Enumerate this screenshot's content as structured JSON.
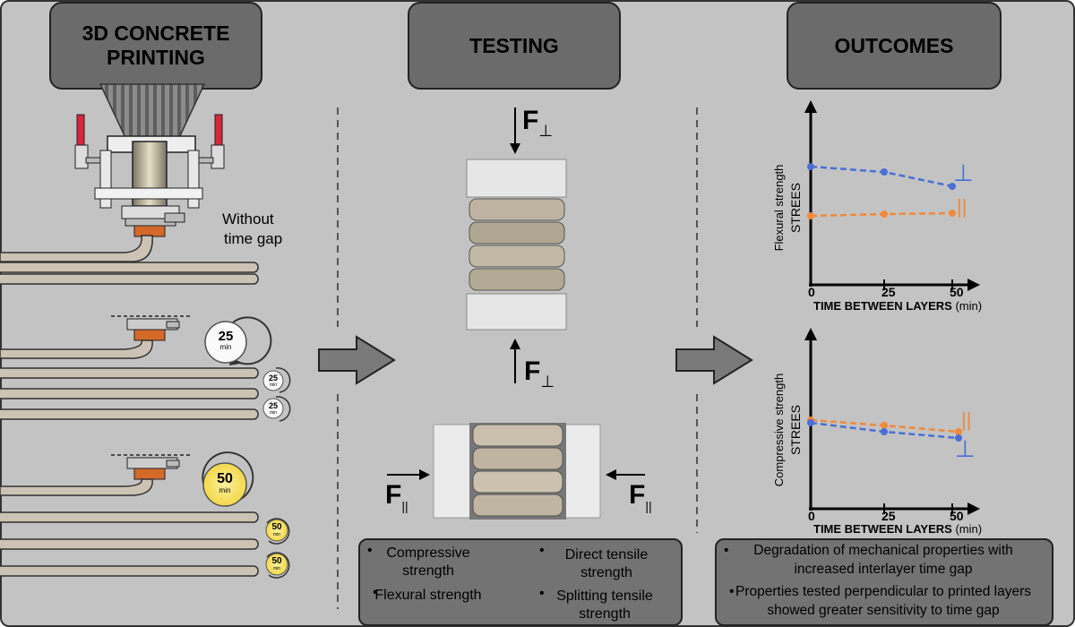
{
  "headers": {
    "printing_line1": "3D CONCRETE",
    "printing_line2": "PRINTING",
    "testing": "TESTING",
    "outcomes": "OUTCOMES"
  },
  "printing": {
    "no_gap_line1": "Without",
    "no_gap_line2": "time gap",
    "timer_value_25": "25",
    "timer_value_50": "50",
    "timer_unit": "min"
  },
  "testing": {
    "force_symbol": "F",
    "perp_subscript": "⊥",
    "par_subscript": "||",
    "tests": [
      "Compressive strength",
      "Flexural strength",
      "Direct tensile strength",
      "Splitting tensile strength"
    ]
  },
  "outcomes": {
    "top_chart": {
      "ylabel_line1": "Flexural strength",
      "ylabel_line2": "STREES",
      "xlabel": "TIME BETWEEN LAYERS",
      "xunit": "(min)",
      "ticks": [
        "0",
        "25",
        "50"
      ],
      "perp_label": "⊥",
      "par_label": "||"
    },
    "bottom_chart": {
      "ylabel_line1": "Compressive strength",
      "ylabel_line2": "STREES",
      "xlabel": "TIME BETWEEN LAYERS",
      "xunit": "(min)",
      "ticks": [
        "0",
        "25",
        "50"
      ],
      "perp_label": "⊥",
      "par_label": "||"
    },
    "bullets": [
      "Degradation of mechanical properties with increased interlayer time gap",
      "Properties tested perpendicular to printed layers showed greater sensitivity to time gap"
    ]
  },
  "colors": {
    "panel_bg": "#c3c3c3",
    "header_bg": "#6b6b6b",
    "perp_series": "#4a6fd6",
    "par_series": "#f08a3a",
    "timer_yellow": "#f3df5a",
    "nozzle_orange": "#d4692a"
  }
}
